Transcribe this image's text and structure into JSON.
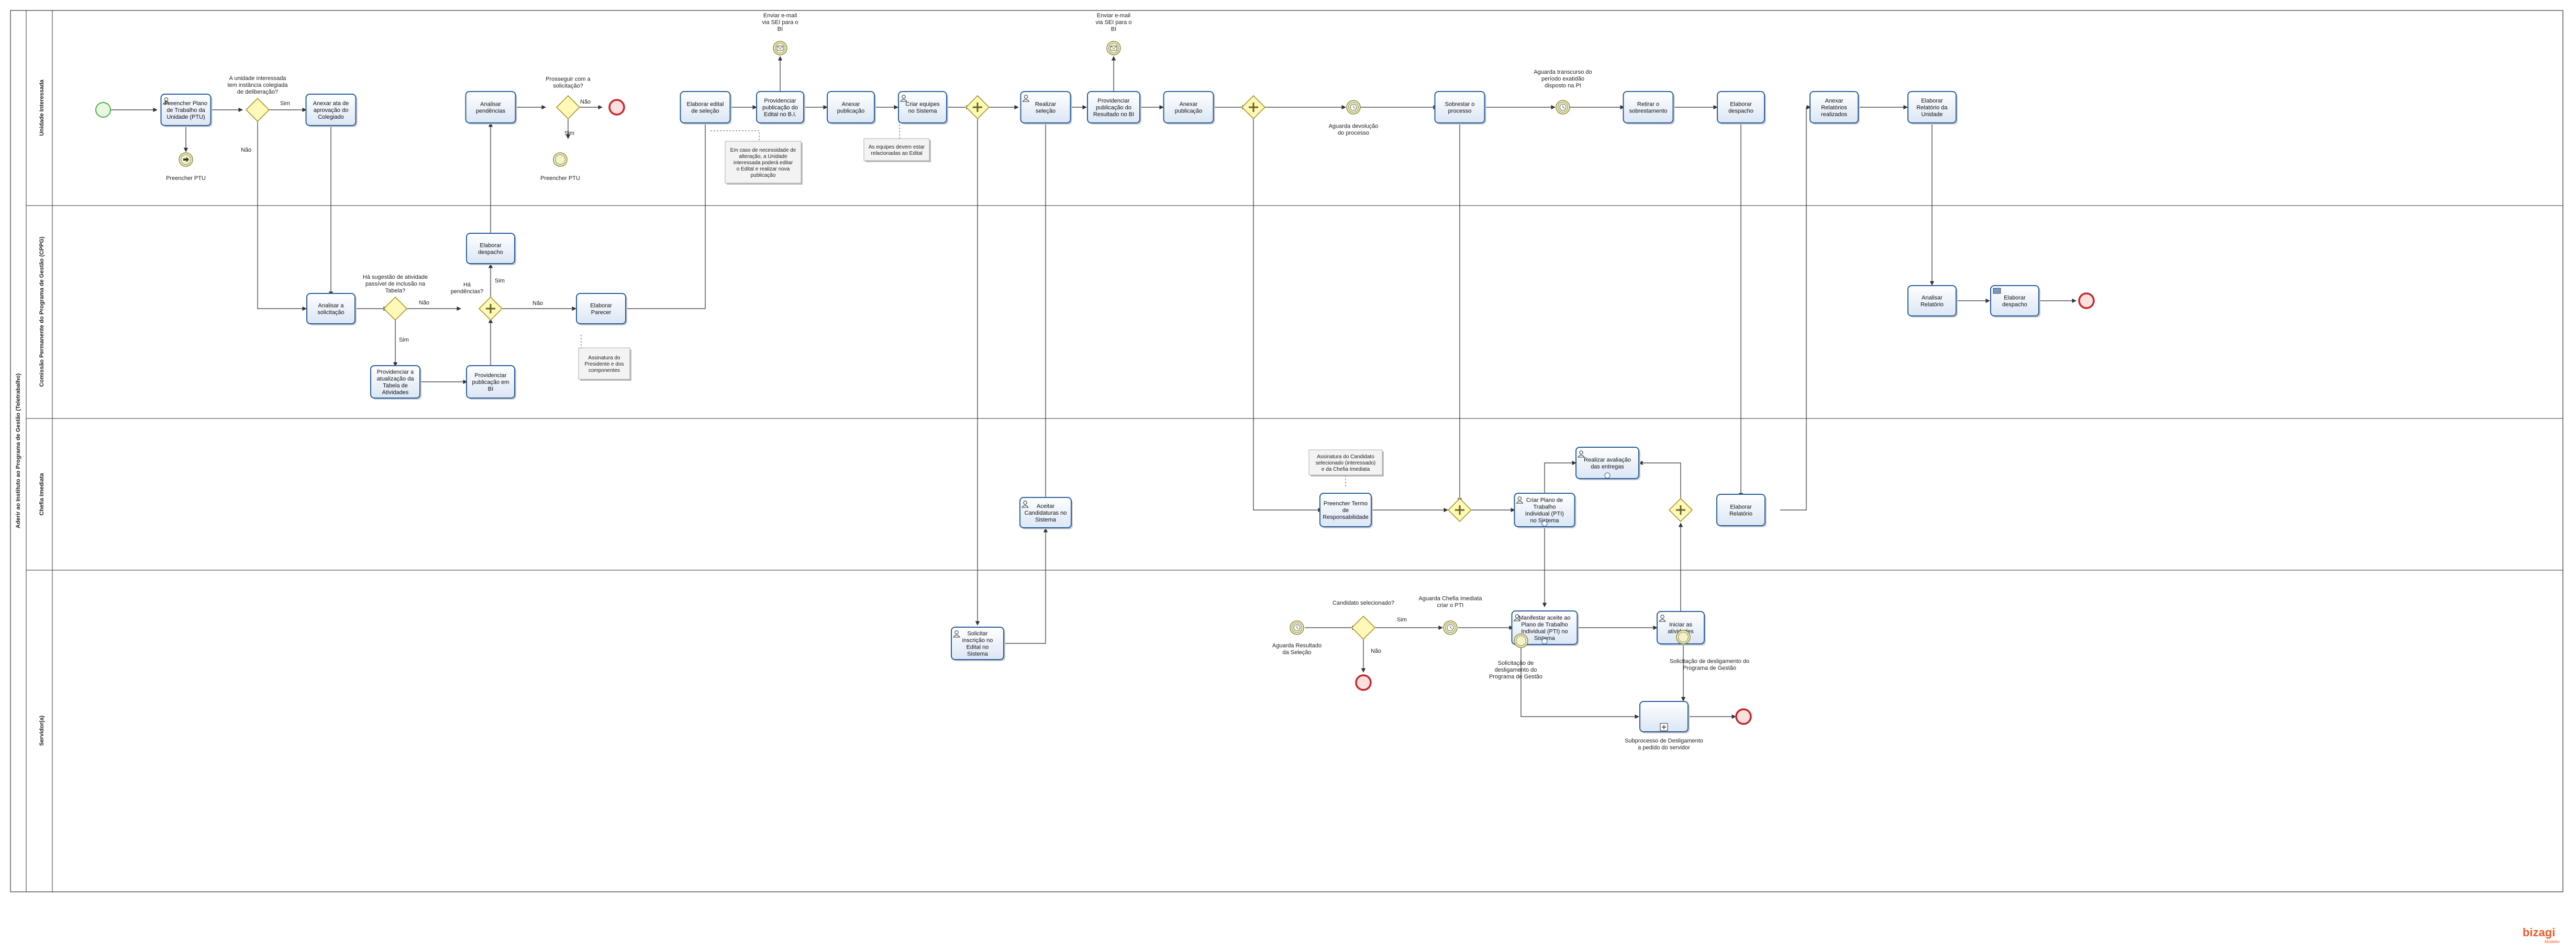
{
  "pool": {
    "title": "Aderir ao Instituto ao Programa de Gestão (Teletrabalho)"
  },
  "lanes": [
    {
      "id": "lane-unidade",
      "label": "Unidade Interessada"
    },
    {
      "id": "lane-comissao",
      "label": "Comissão Permanente do Programa de Gestão (CPPG)"
    },
    {
      "id": "lane-chefia",
      "label": "Chefia Imediata"
    },
    {
      "id": "lane-servidor",
      "label": "Servidor(a)"
    }
  ],
  "tasks": [
    {
      "id": "t1",
      "label": "Preencher Plano de Trabalho da Unidade (PTU)"
    },
    {
      "id": "t2",
      "label": "Anexar ata de aprovação do Colegiado"
    },
    {
      "id": "t3",
      "label": "Analisar pendências"
    },
    {
      "id": "t4",
      "label": "Elaborar edital de seleção"
    },
    {
      "id": "t5",
      "label": "Providenciar publicação do Edital no B.I."
    },
    {
      "id": "t6",
      "label": "Anexar publicação"
    },
    {
      "id": "t7",
      "label": "Criar equipes no Sistema"
    },
    {
      "id": "t8",
      "label": "Realizar seleção"
    },
    {
      "id": "t9",
      "label": "Providenciar publicação do Resultado no BI"
    },
    {
      "id": "t10",
      "label": "Anexar publicação"
    },
    {
      "id": "t11",
      "label": "Sobrestar o processo"
    },
    {
      "id": "t12",
      "label": "Retirar o sobrestamento"
    },
    {
      "id": "t13",
      "label": "Elaborar despacho"
    },
    {
      "id": "t14",
      "label": "Anexar Relatórios realizados"
    },
    {
      "id": "t15",
      "label": "Elaborar Relatório da Unidade"
    },
    {
      "id": "t16",
      "label": "Analisar a solicitação"
    },
    {
      "id": "t17",
      "label": "Elaborar despacho"
    },
    {
      "id": "t18",
      "label": "Elaborar Parecer"
    },
    {
      "id": "t19",
      "label": "Providenciar a atualização da Tabela de Atividades"
    },
    {
      "id": "t20",
      "label": "Providenciar publicação em BI"
    },
    {
      "id": "t21",
      "label": "Analisar Relatório"
    },
    {
      "id": "t22",
      "label": "Elaborar despacho"
    },
    {
      "id": "t23",
      "label": "Aceitar Candidaturas no Sistema"
    },
    {
      "id": "t24",
      "label": "Preencher Termo de Responsabilidade"
    },
    {
      "id": "t25",
      "label": "Criar Plano de Trabalho Individual (PTI) no Sistema"
    },
    {
      "id": "t26",
      "label": "Realizar avaliação das entregas"
    },
    {
      "id": "t27",
      "label": "Elaborar Relatório"
    },
    {
      "id": "t28",
      "label": "Solicitar inscrição no Edital no Sistema"
    },
    {
      "id": "t29",
      "label": "Manifestar aceite ao Plano de Trabalho Individual (PTI) no Sistema"
    },
    {
      "id": "t30",
      "label": "Iniciar as atividades"
    },
    {
      "id": "t31",
      "label": ""
    }
  ],
  "gateways": [
    {
      "id": "g1",
      "label": "A unidade interessada tem instância colegiada de deliberação?"
    },
    {
      "id": "g2",
      "label": "Prosseguir com a solicitação?"
    },
    {
      "id": "g3",
      "label": "Há sugestão de atividade passível de inclusão na Tabela?"
    },
    {
      "id": "g4",
      "label": "Há pendências?"
    },
    {
      "id": "g5",
      "label": "Candidato selecionado?"
    },
    {
      "id": "g6",
      "label": ""
    },
    {
      "id": "g7",
      "label": ""
    },
    {
      "id": "g8",
      "label": ""
    },
    {
      "id": "g9",
      "label": ""
    }
  ],
  "flow_labels": {
    "sim": "Sim",
    "nao": "Não"
  },
  "events": [
    {
      "id": "e1",
      "label": "Preencher PTU"
    },
    {
      "id": "e2",
      "label": "Preencher PTU"
    },
    {
      "id": "e3",
      "label": "Enviar e-mail via SEI para o BI"
    },
    {
      "id": "e4",
      "label": "Enviar e-mail via SEI para o BI"
    },
    {
      "id": "e5",
      "label": "Aguarda devolução do processo"
    },
    {
      "id": "e6",
      "label": "Aguarda transcurso do período exatidão disposto na PI"
    },
    {
      "id": "e7",
      "label": "Aguarda Resultado da Seleção"
    },
    {
      "id": "e8",
      "label": "Aguarda Chefia imediata criar o PTI"
    },
    {
      "id": "e9",
      "label": "Solicitação de desligamento do Programa de Gestão"
    },
    {
      "id": "e10",
      "label": "Solicitação de desligamento do Programa de Gestão"
    },
    {
      "id": "e11",
      "label": "Subprocesso de Desligamento a pedido do servidor"
    }
  ],
  "annotations": [
    {
      "id": "n1",
      "label": "Em caso de necessidade de alteração, a Unidade interessada poderá editar o Edital e realizar nova publicação"
    },
    {
      "id": "n2",
      "label": "As equipes devem estar relacionadas ao Edital"
    },
    {
      "id": "n3",
      "label": "Assinatura do Presidente e dos componentes"
    },
    {
      "id": "n4",
      "label": "Assinatura do Candidato selecionado (interessado) e da Chefia Imediata"
    }
  ],
  "logo": {
    "text": "bizagi",
    "sub": "Modeler"
  },
  "colors": {
    "task_fill": "#e6eef8",
    "task_stroke": "#2a5f9e",
    "gateway_fill": "#fff8b8",
    "gateway_stroke": "#a69a2a",
    "start_stroke": "#4caf50",
    "start_fill": "#e9f7e1",
    "end_stroke": "#c62828",
    "end_fill": "#fde0e0",
    "intermediate_stroke": "#8c8a3c",
    "intermediate_fill": "#f2f1cc",
    "logo": "#e95d2c"
  }
}
